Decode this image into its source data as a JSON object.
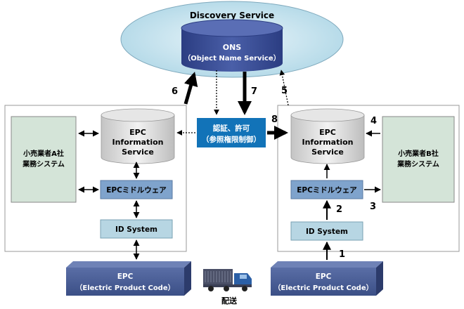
{
  "discovery": {
    "title": "Discovery Service",
    "ons_name": "ONS",
    "ons_full": "（Object Name Service）"
  },
  "left": {
    "business_system": [
      "小売業者A社",
      "業務システム"
    ],
    "epcis": [
      "EPC",
      "Information",
      "Service"
    ],
    "middleware": "EPCミドルウェア",
    "id_system": "ID System",
    "tag": [
      "EPC",
      "（Electric Product Code）"
    ]
  },
  "right": {
    "business_system": [
      "小売業者B社",
      "業務システム"
    ],
    "epcis": [
      "EPC",
      "Information",
      "Service"
    ],
    "middleware": "EPCミドルウェア",
    "id_system": "ID System",
    "tag": [
      "EPC",
      "（Electric Product Code）"
    ]
  },
  "auth": [
    "認証、許可",
    "（参照権限制御）"
  ],
  "truck_label": "配送",
  "steps": [
    "1",
    "2",
    "3",
    "4",
    "5",
    "6",
    "7",
    "8"
  ],
  "colors": {
    "ellipse": "#cfe7f1",
    "cylinder": "#3a4e94",
    "gray": "#dadada",
    "green": "#d4e4d8",
    "middleware": "#7fa3cc",
    "idsys": "#b7d6e3",
    "auth": "#1273b8",
    "epc_box": "#485d95"
  }
}
